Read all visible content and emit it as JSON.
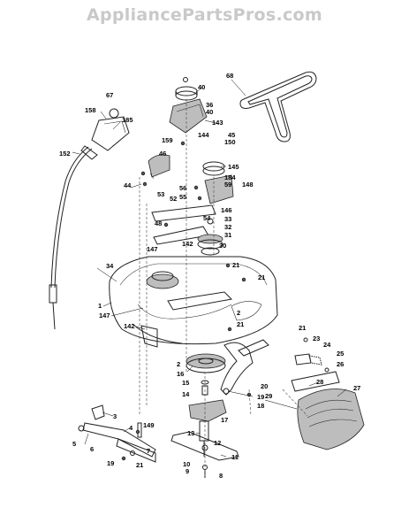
{
  "header": {
    "watermark": "AppliancePartsPros.com"
  },
  "callouts": [
    {
      "id": "c68",
      "text": "68"
    },
    {
      "id": "c67",
      "text": "67"
    },
    {
      "id": "c158",
      "text": "158"
    },
    {
      "id": "c185",
      "text": "185"
    },
    {
      "id": "c40a",
      "text": "40"
    },
    {
      "id": "c36",
      "text": "36"
    },
    {
      "id": "c40b",
      "text": "40"
    },
    {
      "id": "c143",
      "text": "143"
    },
    {
      "id": "c144",
      "text": "144"
    },
    {
      "id": "c45",
      "text": "45"
    },
    {
      "id": "c150",
      "text": "150"
    },
    {
      "id": "c159",
      "text": "159"
    },
    {
      "id": "c152",
      "text": "152"
    },
    {
      "id": "c46",
      "text": "46"
    },
    {
      "id": "c145",
      "text": "145"
    },
    {
      "id": "c44",
      "text": "44"
    },
    {
      "id": "c184",
      "text": "184"
    },
    {
      "id": "c56",
      "text": "56"
    },
    {
      "id": "c59",
      "text": "59"
    },
    {
      "id": "c148",
      "text": "148"
    },
    {
      "id": "c53",
      "text": "53"
    },
    {
      "id": "c52",
      "text": "52"
    },
    {
      "id": "c55",
      "text": "55"
    },
    {
      "id": "c146",
      "text": "146"
    },
    {
      "id": "c54",
      "text": "54"
    },
    {
      "id": "c33",
      "text": "33"
    },
    {
      "id": "c48",
      "text": "48"
    },
    {
      "id": "c32",
      "text": "32"
    },
    {
      "id": "c142a",
      "text": "142"
    },
    {
      "id": "c31",
      "text": "31"
    },
    {
      "id": "c147a",
      "text": "147"
    },
    {
      "id": "c30",
      "text": "30"
    },
    {
      "id": "c21a",
      "text": "21"
    },
    {
      "id": "c34",
      "text": "34"
    },
    {
      "id": "c21b",
      "text": "21"
    },
    {
      "id": "c1",
      "text": "1"
    },
    {
      "id": "c147b",
      "text": "147"
    },
    {
      "id": "c2a",
      "text": "2"
    },
    {
      "id": "c21c",
      "text": "21"
    },
    {
      "id": "c142b",
      "text": "142"
    },
    {
      "id": "c21d",
      "text": "21"
    },
    {
      "id": "c23",
      "text": "23"
    },
    {
      "id": "c24",
      "text": "24"
    },
    {
      "id": "c25",
      "text": "25"
    },
    {
      "id": "c2b",
      "text": "2"
    },
    {
      "id": "c26",
      "text": "26"
    },
    {
      "id": "c16",
      "text": "16"
    },
    {
      "id": "c28",
      "text": "28"
    },
    {
      "id": "c27",
      "text": "27"
    },
    {
      "id": "c15",
      "text": "15"
    },
    {
      "id": "c20",
      "text": "20"
    },
    {
      "id": "c14",
      "text": "14"
    },
    {
      "id": "c19a",
      "text": "19"
    },
    {
      "id": "c18",
      "text": "18"
    },
    {
      "id": "c29",
      "text": "29"
    },
    {
      "id": "c3",
      "text": "3"
    },
    {
      "id": "c17",
      "text": "17"
    },
    {
      "id": "c149",
      "text": "149"
    },
    {
      "id": "c4",
      "text": "4"
    },
    {
      "id": "c13",
      "text": "13"
    },
    {
      "id": "c5",
      "text": "5"
    },
    {
      "id": "c6",
      "text": "6"
    },
    {
      "id": "c12",
      "text": "12"
    },
    {
      "id": "c11",
      "text": "11"
    },
    {
      "id": "c7",
      "text": "7"
    },
    {
      "id": "c19b",
      "text": "19"
    },
    {
      "id": "c21e",
      "text": "21"
    },
    {
      "id": "c10",
      "text": "10"
    },
    {
      "id": "c9",
      "text": "9"
    },
    {
      "id": "c8",
      "text": "8"
    }
  ]
}
